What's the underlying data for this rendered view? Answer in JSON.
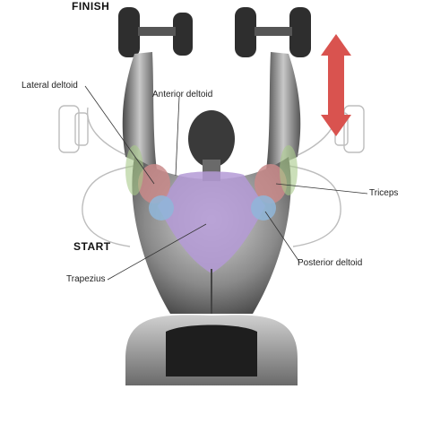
{
  "phases": {
    "finish": "FINISH",
    "start": "START"
  },
  "muscles": {
    "lateral_deltoid": "Lateral deltoid",
    "anterior_deltoid": "Anterior deltoid",
    "triceps": "Triceps",
    "trapezius": "Trapezius",
    "posterior_deltoid": "Posterior deltoid"
  },
  "colors": {
    "arrow": "#d9534f",
    "trapezius": "#b49ad6",
    "lateral_deltoid": "#c98a8a",
    "posterior_deltoid": "#8fb6d9",
    "triceps": "#a9c98a",
    "body_shade": "#5a5a5a"
  }
}
